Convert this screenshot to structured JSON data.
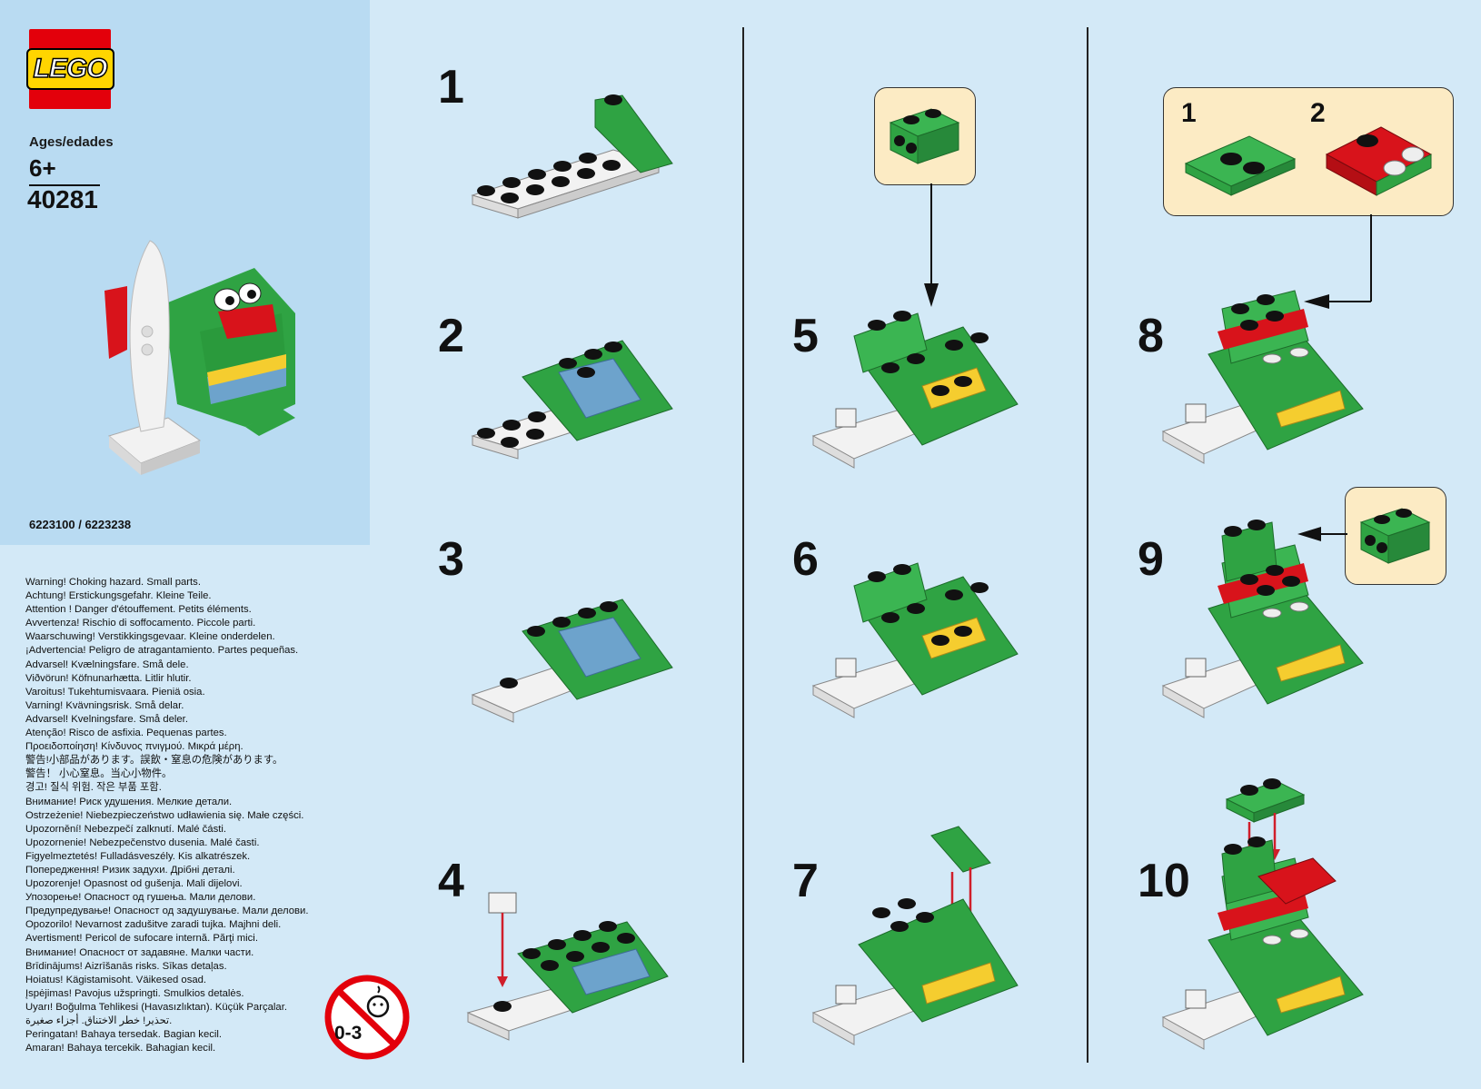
{
  "brand": {
    "logo_text": "LEGO",
    "logo_color": "#e3000b"
  },
  "product": {
    "ages_label": "Ages/edades",
    "ages_value": "6+",
    "set_number": "40281",
    "part_numbers": "6223100 / 6223238"
  },
  "warnings": [
    "Warning! Choking hazard. Small parts.",
    "Achtung! Erstickungsgefahr. Kleine Teile.",
    "Attention ! Danger d'étouffement. Petits éléments.",
    "Avvertenza! Rischio di soffocamento. Piccole parti.",
    "Waarschuwing! Verstikkingsgevaar. Kleine onderdelen.",
    "¡Advertencia! Peligro de atragantamiento. Partes pequeñas.",
    "Advarsel! Kvælningsfare. Små dele.",
    "Viðvörun! Köfnunarhætta. Litlir hlutir.",
    "Varoitus! Tukehtumisvaara. Pieniä osia.",
    "Varning! Kvävningsrisk. Små delar.",
    "Advarsel! Kvelningsfare. Små deler.",
    "Atenção! Risco de asfixia. Pequenas partes.",
    "Προειδοποίηση! Κίνδυνος πνιγμού. Μικρά μέρη.",
    "警告!小部品があります。誤飲・窒息の危険があります。",
    "警告！ 小心窒息。当心小物件。",
    "경고! 질식 위험. 작은 부품 포함.",
    "Внимание! Риск удушения. Мелкие детали.",
    "Ostrzeżenie! Niebezpieczeństwo udławienia się. Małe części.",
    "Upozornění! Nebezpečí zalknutí. Malé části.",
    "Upozornenie! Nebezpečenstvo dusenia. Malé časti.",
    "Figyelmeztetés! Fulladásveszély. Kis alkatrészek.",
    "Попередження! Ризик задухи. Дрібні деталі.",
    "Upozorenje! Opasnost od gušenja. Mali dijelovi.",
    "Упозорење! Опасност од гушења. Мали делови.",
    "Предупредување! Опасност од задушување. Мали делови.",
    "Opozorilo! Nevarnost zadušitve zaradi tujka. Majhni deli.",
    "Avertisment! Pericol de sufocare internă. Părţi mici.",
    "Внимание! Опасност от задавяне. Малки части.",
    "Brīdinājums! Aizrīšanās risks. Sīkas detaļas.",
    "Hoiatus! Kägistamisoht. Väikesed osad.",
    "Įspėjimas! Pavojus užspringti. Smulkios detalės.",
    "Uyarı! Boğulma Tehlikesi (Havasızlıktan). Küçük Parçalar.",
    "تحذير! خطر الاختناق. أجزاء صغيرة.",
    "Peringatan! Bahaya tersedak. Bagian kecil.",
    "Amaran! Bahaya tercekik. Bahagian kecil."
  ],
  "age_warning_icon": {
    "label": "0-3",
    "name": "no-under-3-icon"
  },
  "steps": [
    {
      "number": "1"
    },
    {
      "number": "2"
    },
    {
      "number": "3"
    },
    {
      "number": "4"
    },
    {
      "number": "5"
    },
    {
      "number": "6"
    },
    {
      "number": "7"
    },
    {
      "number": "8"
    },
    {
      "number": "9"
    },
    {
      "number": "10"
    }
  ],
  "callout_step8": {
    "sub_steps": [
      "1",
      "2"
    ]
  },
  "colors": {
    "background": "#d3e9f7",
    "panel": "#b9dbf2",
    "callout": "#fcebc4",
    "green": "#2fa343",
    "red": "#d8131b",
    "yellow": "#f5cd2f",
    "blue": "#6da3cc",
    "white": "#f2f2f2",
    "arrow": "#d01e2a"
  }
}
